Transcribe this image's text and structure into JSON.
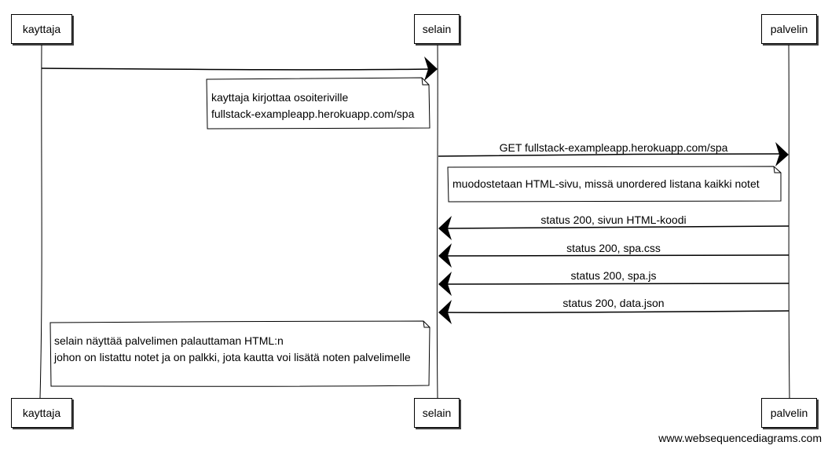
{
  "participants": {
    "user": "kayttaja",
    "browser": "selain",
    "server": "palvelin"
  },
  "notes": {
    "user_types": {
      "line1": "kayttaja kirjottaa osoiteriville",
      "line2": "fullstack-exampleapp.herokuapp.com/spa"
    },
    "server_builds": {
      "line1": "muodostetaan HTML-sivu, missä unordered listana kaikki notet"
    },
    "browser_shows": {
      "line1": "selain näyttää palvelimen palauttaman HTML:n",
      "line2": "johon on listattu notet ja on palkki, jota kautta voi lisätä noten palvelimelle"
    }
  },
  "messages": {
    "get_spa": "GET fullstack-exampleapp.herokuapp.com/spa",
    "resp_html": "status 200, sivun HTML-koodi",
    "resp_css": "status 200, spa.css",
    "resp_js": "status 200, spa.js",
    "resp_json": "status 200, data.json"
  },
  "credit": "www.websequencediagrams.com"
}
